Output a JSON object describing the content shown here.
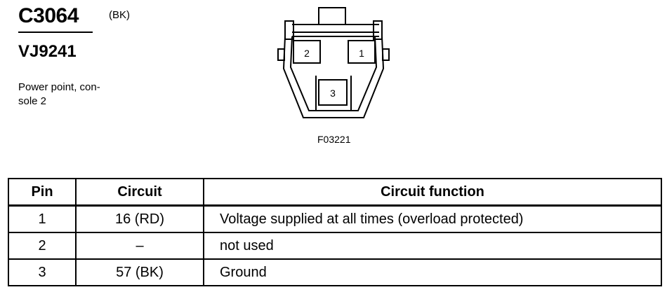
{
  "connector": {
    "id": "C3064",
    "color_code": "(BK)",
    "part_number": "VJ9241",
    "description_lines": [
      "Power point, con-",
      "sole 2"
    ]
  },
  "figure": {
    "id": "F03221",
    "pin_labels": [
      "2",
      "1",
      "3"
    ]
  },
  "table": {
    "headers": {
      "pin": "Pin",
      "circuit": "Circuit",
      "function": "Circuit function"
    },
    "rows": [
      {
        "pin": "1",
        "circuit": "16 (RD)",
        "function": "Voltage supplied at all times (overload protected)"
      },
      {
        "pin": "2",
        "circuit": "–",
        "function": "not used"
      },
      {
        "pin": "3",
        "circuit": "57 (BK)",
        "function": "Ground"
      }
    ]
  }
}
